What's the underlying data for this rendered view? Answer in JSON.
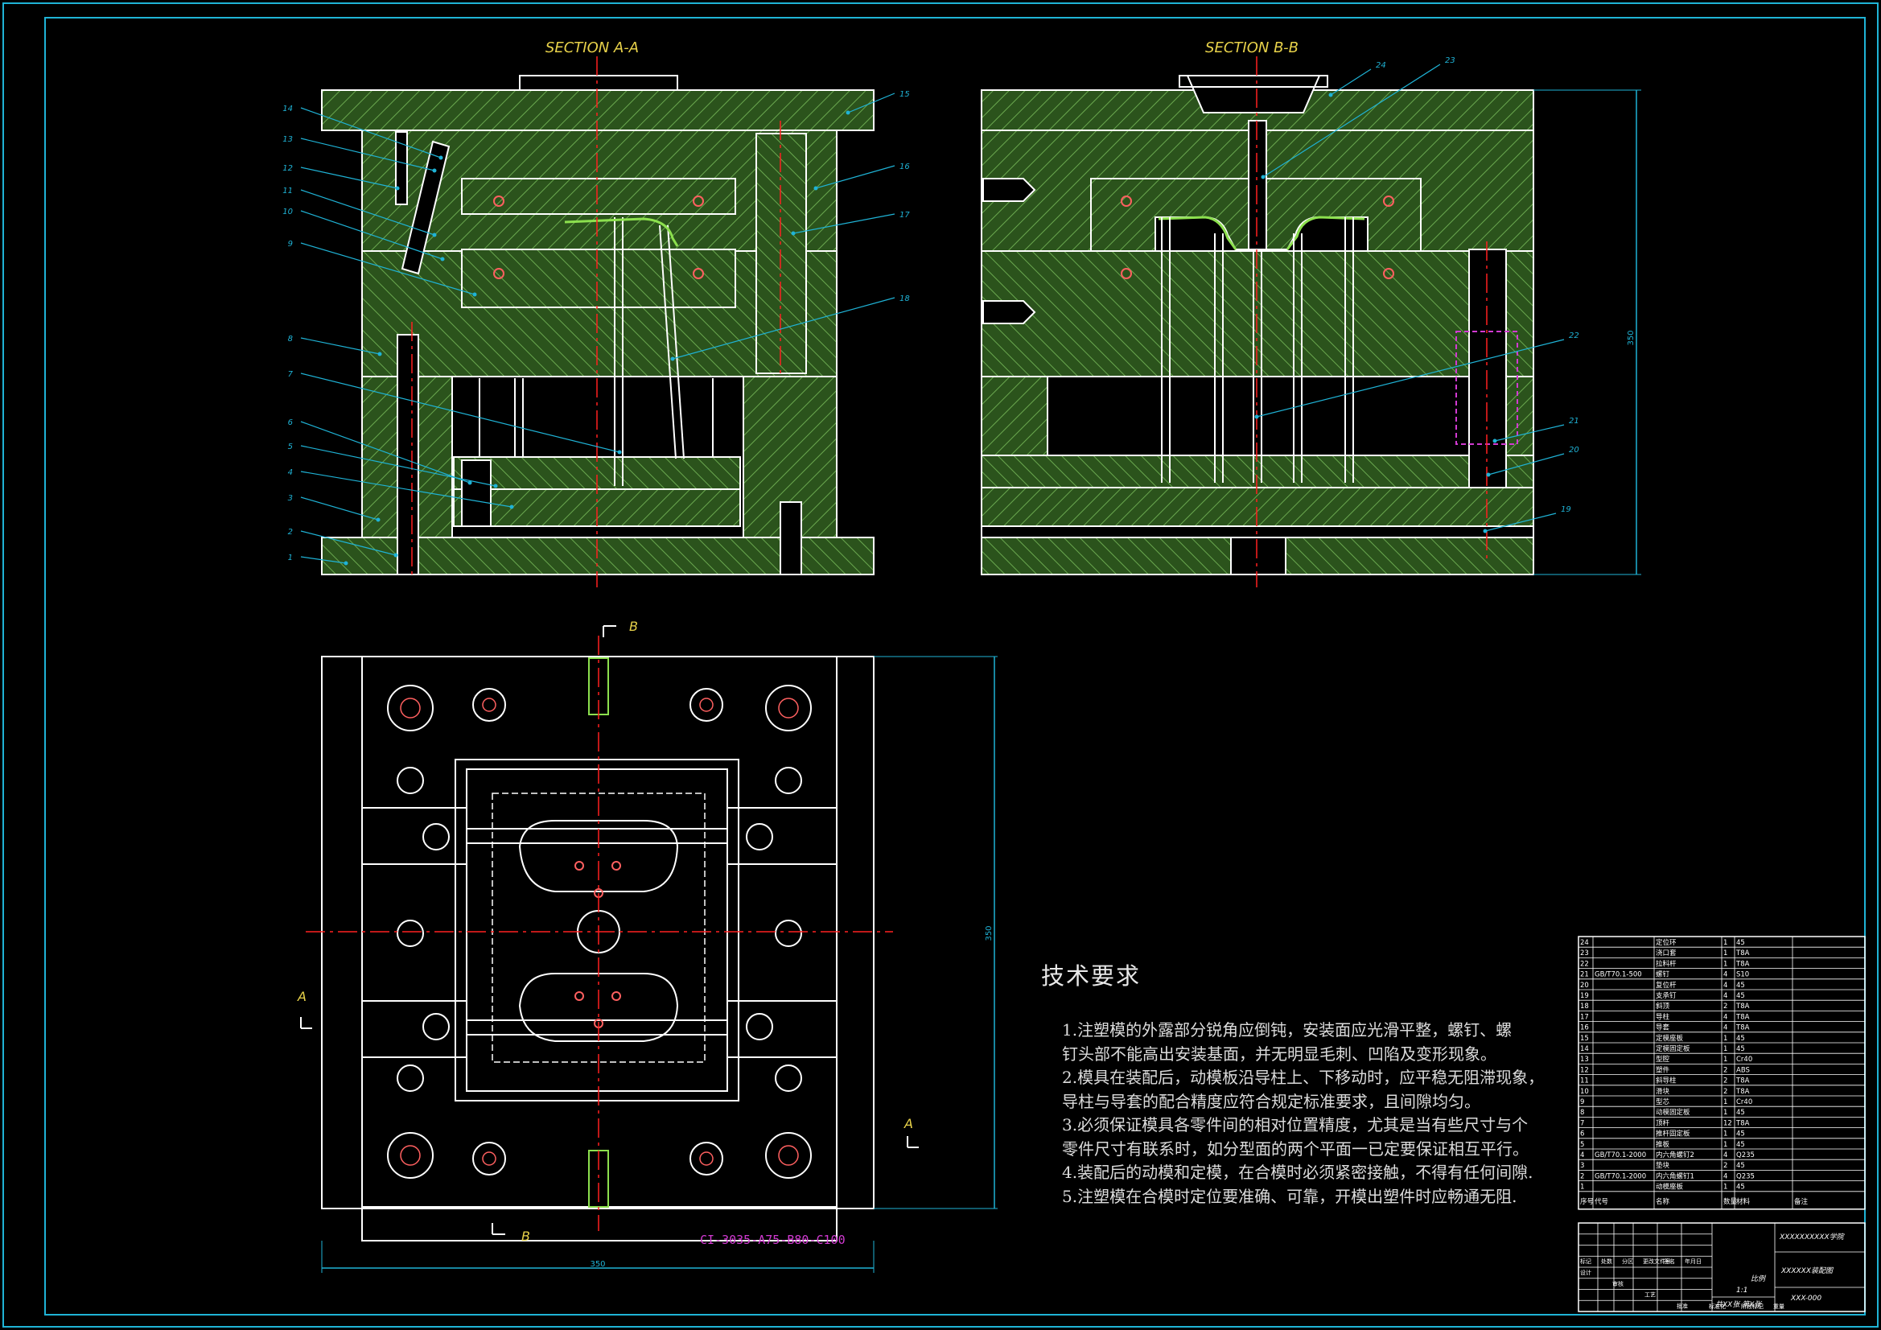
{
  "views": {
    "section_a": "SECTION A-A",
    "section_b": "SECTION B-B",
    "plan_code": "CI-3035-A75-B80-C100",
    "cut_marks": {
      "a": "A",
      "b": "B"
    },
    "dims": {
      "section_b_height": "350",
      "plan_height": "350",
      "plan_width": "350"
    }
  },
  "section_a_callouts": [
    "14",
    "13",
    "12",
    "11",
    "10",
    "9",
    "8",
    "7",
    "6",
    "5",
    "4",
    "3",
    "2",
    "1"
  ],
  "section_a_right_callouts": [
    "15",
    "16",
    "17",
    "18"
  ],
  "section_b_callouts": [
    "24",
    "23",
    "22",
    "21",
    "20",
    "19"
  ],
  "tech": {
    "heading": "技术要求",
    "items": [
      "1.注塑模的外露部分锐角应倒钝，安装面应光滑平整，螺钉、螺",
      "  钉头部不能高出安装基面，并无明显毛刺、凹陷及变形现象。",
      "2.模具在装配后，动模板沿导柱上、下移动时，应平稳无阻滞现象，",
      "  导柱与导套的配合精度应符合规定标准要求，且间隙均匀。",
      "3.必须保证模具各零件间的相对位置精度，尤其是当有些尺寸与个",
      "  零件尺寸有联系时，如分型面的两个平面一已定要保证相互平行。",
      "4.装配后的动模和定模，在合模时必须紧密接触，不得有任何间隙.",
      "5.注塑模在合模时定位要准确、可靠，开模出塑件时应畅通无阻."
    ]
  },
  "bom": [
    {
      "no": "24",
      "std": "",
      "name": "定位环",
      "qty": "1",
      "mat": "45",
      "note": ""
    },
    {
      "no": "23",
      "std": "",
      "name": "浇口套",
      "qty": "1",
      "mat": "T8A",
      "note": ""
    },
    {
      "no": "22",
      "std": "",
      "name": "拉料杆",
      "qty": "1",
      "mat": "T8A",
      "note": ""
    },
    {
      "no": "21",
      "std": "GB/T70.1-500",
      "name": "螺钉",
      "qty": "4",
      "mat": "S10",
      "note": ""
    },
    {
      "no": "20",
      "std": "",
      "name": "复位杆",
      "qty": "4",
      "mat": "45",
      "note": ""
    },
    {
      "no": "19",
      "std": "",
      "name": "支承钉",
      "qty": "4",
      "mat": "45",
      "note": ""
    },
    {
      "no": "18",
      "std": "",
      "name": "斜顶",
      "qty": "2",
      "mat": "T8A",
      "note": ""
    },
    {
      "no": "17",
      "std": "",
      "name": "导柱",
      "qty": "4",
      "mat": "T8A",
      "note": ""
    },
    {
      "no": "16",
      "std": "",
      "name": "导套",
      "qty": "4",
      "mat": "T8A",
      "note": ""
    },
    {
      "no": "15",
      "std": "",
      "name": "定模座板",
      "qty": "1",
      "mat": "45",
      "note": ""
    },
    {
      "no": "14",
      "std": "",
      "name": "定模固定板",
      "qty": "1",
      "mat": "45",
      "note": ""
    },
    {
      "no": "13",
      "std": "",
      "name": "型腔",
      "qty": "1",
      "mat": "Cr40",
      "note": ""
    },
    {
      "no": "12",
      "std": "",
      "name": "塑件",
      "qty": "2",
      "mat": "ABS",
      "note": ""
    },
    {
      "no": "11",
      "std": "",
      "name": "斜导柱",
      "qty": "2",
      "mat": "T8A",
      "note": ""
    },
    {
      "no": "10",
      "std": "",
      "name": "滑块",
      "qty": "2",
      "mat": "T8A",
      "note": ""
    },
    {
      "no": "9",
      "std": "",
      "name": "型芯",
      "qty": "1",
      "mat": "Cr40",
      "note": ""
    },
    {
      "no": "8",
      "std": "",
      "name": "动模固定板",
      "qty": "1",
      "mat": "45",
      "note": ""
    },
    {
      "no": "7",
      "std": "",
      "name": "顶杆",
      "qty": "12",
      "mat": "T8A",
      "note": ""
    },
    {
      "no": "6",
      "std": "",
      "name": "推杆固定板",
      "qty": "1",
      "mat": "45",
      "note": ""
    },
    {
      "no": "5",
      "std": "",
      "name": "推板",
      "qty": "1",
      "mat": "45",
      "note": ""
    },
    {
      "no": "4",
      "std": "GB/T70.1-2000",
      "name": "内六角螺钉2",
      "qty": "4",
      "mat": "Q235",
      "note": ""
    },
    {
      "no": "3",
      "std": "",
      "name": "垫块",
      "qty": "2",
      "mat": "45",
      "note": ""
    },
    {
      "no": "2",
      "std": "GB/T70.1-2000",
      "name": "内六角螺钉1",
      "qty": "4",
      "mat": "Q235",
      "note": ""
    },
    {
      "no": "1",
      "std": "",
      "name": "动模座板",
      "qty": "1",
      "mat": "45",
      "note": ""
    }
  ],
  "bom_header": {
    "no": "序号",
    "code": "代号",
    "name": "名称",
    "qty": "数量",
    "mat": "材料",
    "note": "备注"
  },
  "title_block": {
    "school": "XXXXXXXXXX学院",
    "drawing_name": "XXXXXX装配图",
    "drawing_no": "XXX-000",
    "sheets": "共XX张 第X张",
    "scale_label": "比例",
    "scale": "1:1",
    "rows": [
      "标记",
      "处数",
      "分区",
      "更改文件号",
      "签名",
      "年月日",
      "设计",
      "审核",
      "工艺",
      "批准",
      "标准化",
      "阶段标记",
      "重量"
    ]
  },
  "colors": {
    "hatch": "#2f5a1f",
    "hatch_line": "#6aa84f",
    "outline": "#ffffff",
    "leader": "#1fb3d6",
    "centerline": "#ff2020",
    "title_yellow": "#e8d24a",
    "magenta": "#d23ad2"
  }
}
